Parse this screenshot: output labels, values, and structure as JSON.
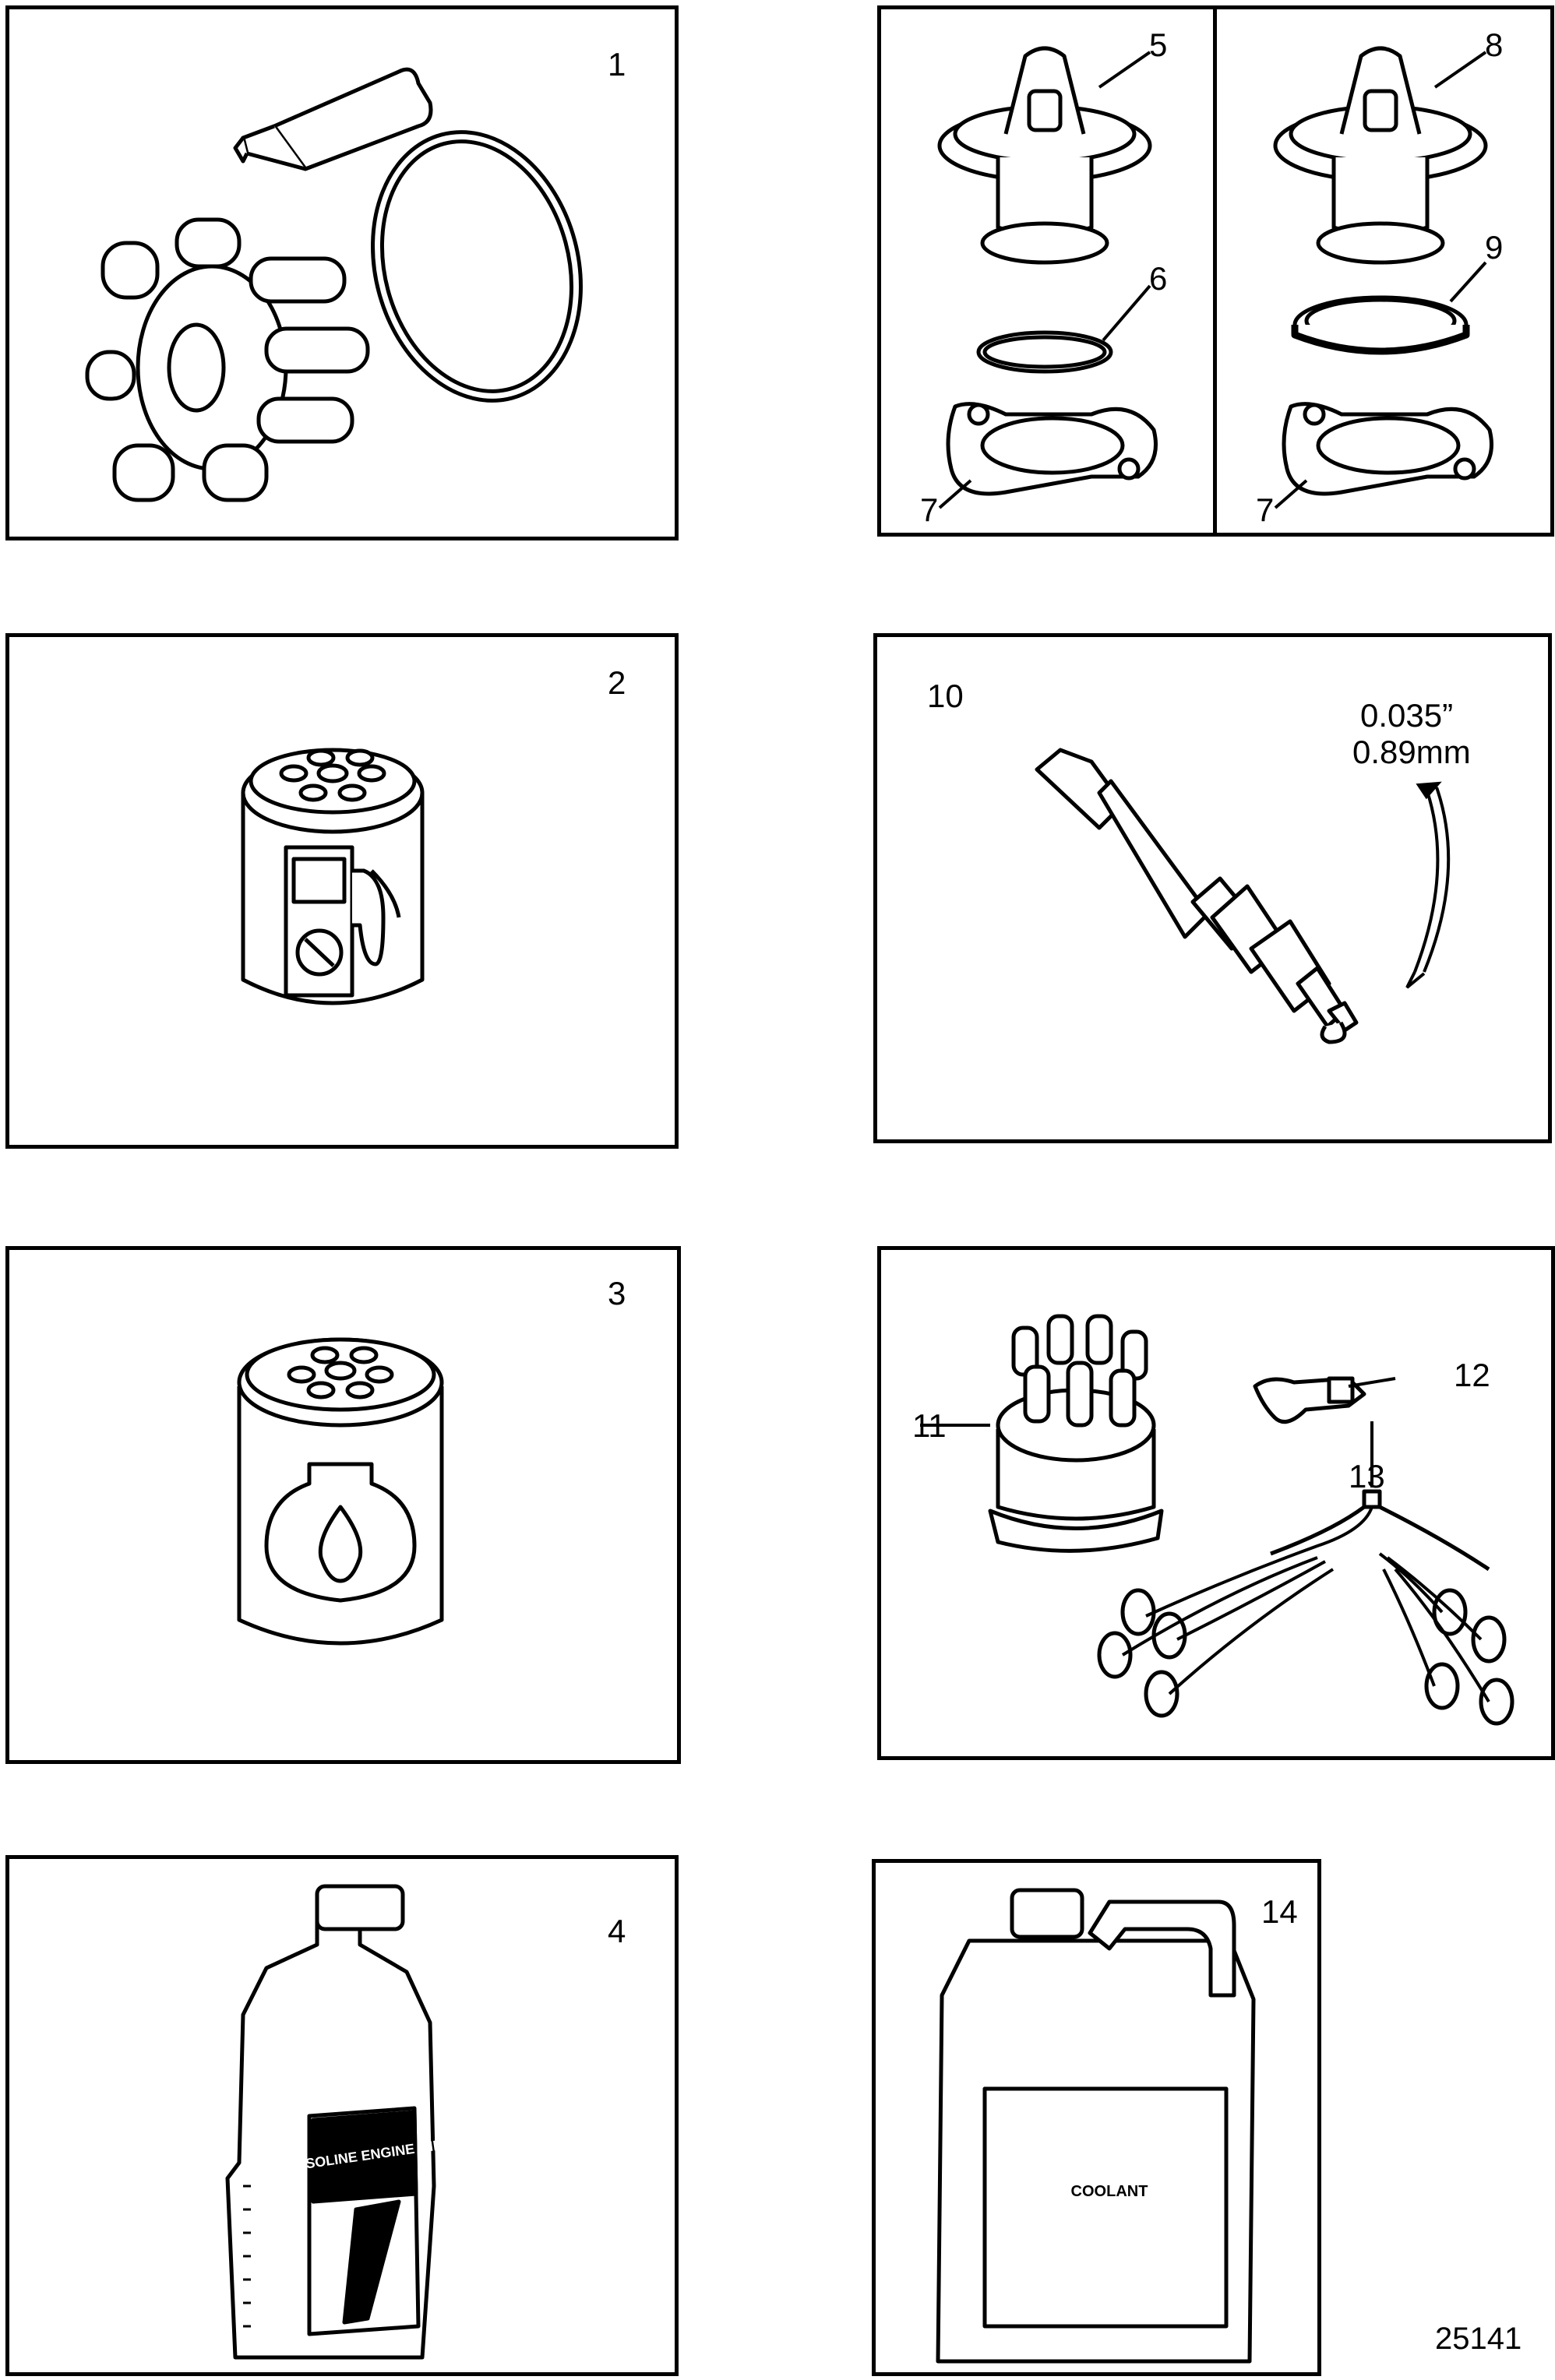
{
  "panels": {
    "p1": {
      "callout": "1"
    },
    "p2": {
      "callout": "2"
    },
    "p3": {
      "callout": "3"
    },
    "p4": {
      "callout": "4",
      "bottle_text": "GASOLINE ENGINE OIL"
    },
    "p5": {
      "callout_thermostat": "5",
      "callout_oring": "6",
      "callout_gasket": "7"
    },
    "p8": {
      "callout_thermostat": "8",
      "callout_seal": "9",
      "callout_gasket": "7"
    },
    "p10": {
      "callout": "10",
      "gap_in": "0.035”",
      "gap_mm": "0.89mm"
    },
    "p11": {
      "callout_cap": "11",
      "callout_rotor": "12",
      "callout_wires": "13"
    },
    "p14": {
      "callout": "14",
      "jug_label": "COOLANT"
    }
  },
  "figure_id": "25141"
}
